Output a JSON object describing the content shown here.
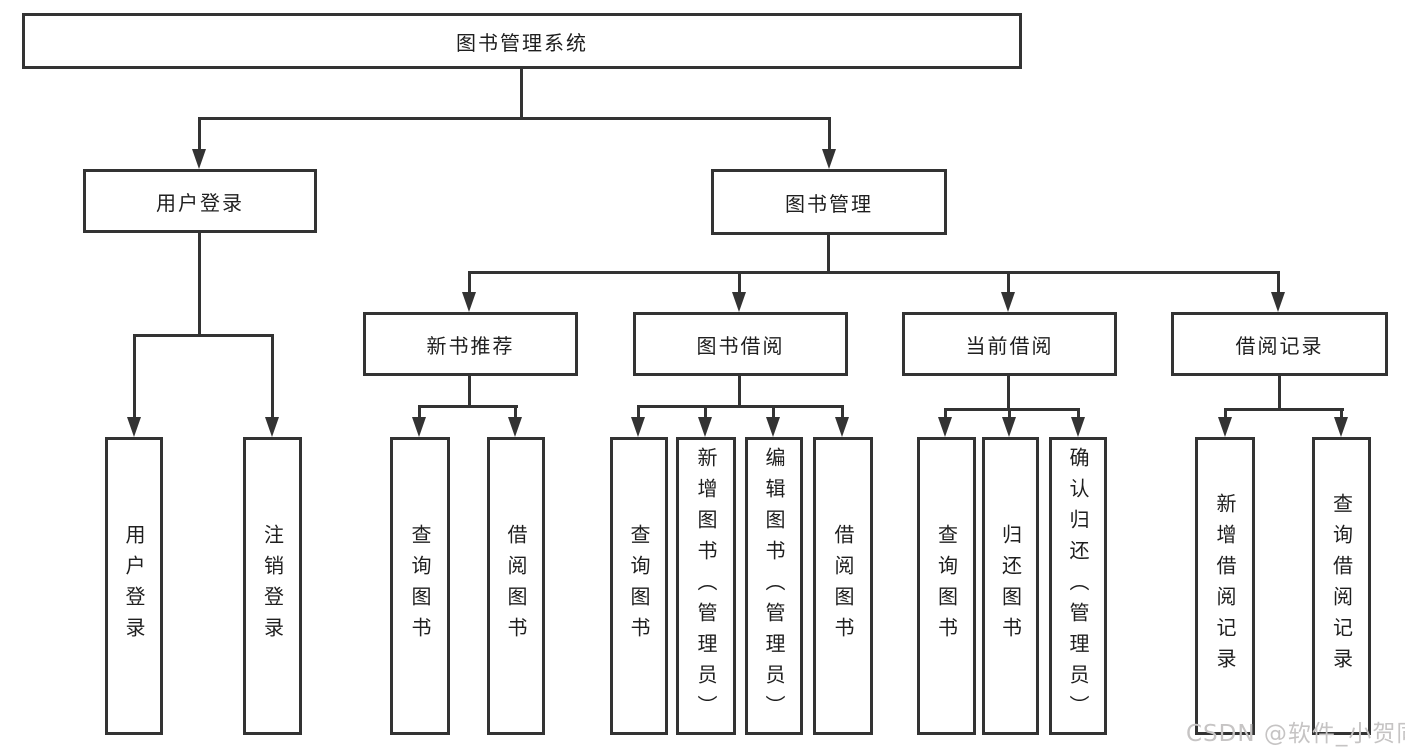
{
  "diagram_type": "hierarchy",
  "tree": {
    "root": "图书管理系统",
    "branches": [
      {
        "label": "用户登录",
        "children": [
          "用户登录",
          "注销登录"
        ]
      },
      {
        "label": "图书管理",
        "children": [
          {
            "label": "新书推荐",
            "children": [
              "查询图书",
              "借阅图书"
            ]
          },
          {
            "label": "图书借阅",
            "children": [
              "查询图书",
              "新增图书（管理员）",
              "编辑图书（管理员）",
              "借阅图书"
            ]
          },
          {
            "label": "当前借阅",
            "children": [
              "查询图书",
              "归还图书",
              "确认归还（管理员）"
            ]
          },
          {
            "label": "借阅记录",
            "children": [
              "新增借阅记录",
              "查询借阅记录"
            ]
          }
        ]
      }
    ]
  },
  "watermark": {
    "text": "CSDN @软件_小贺同学"
  },
  "colors": {
    "line": "#333333",
    "text": "#1f1f1f",
    "background": "#ffffff",
    "watermark": "#c6c4c4"
  }
}
